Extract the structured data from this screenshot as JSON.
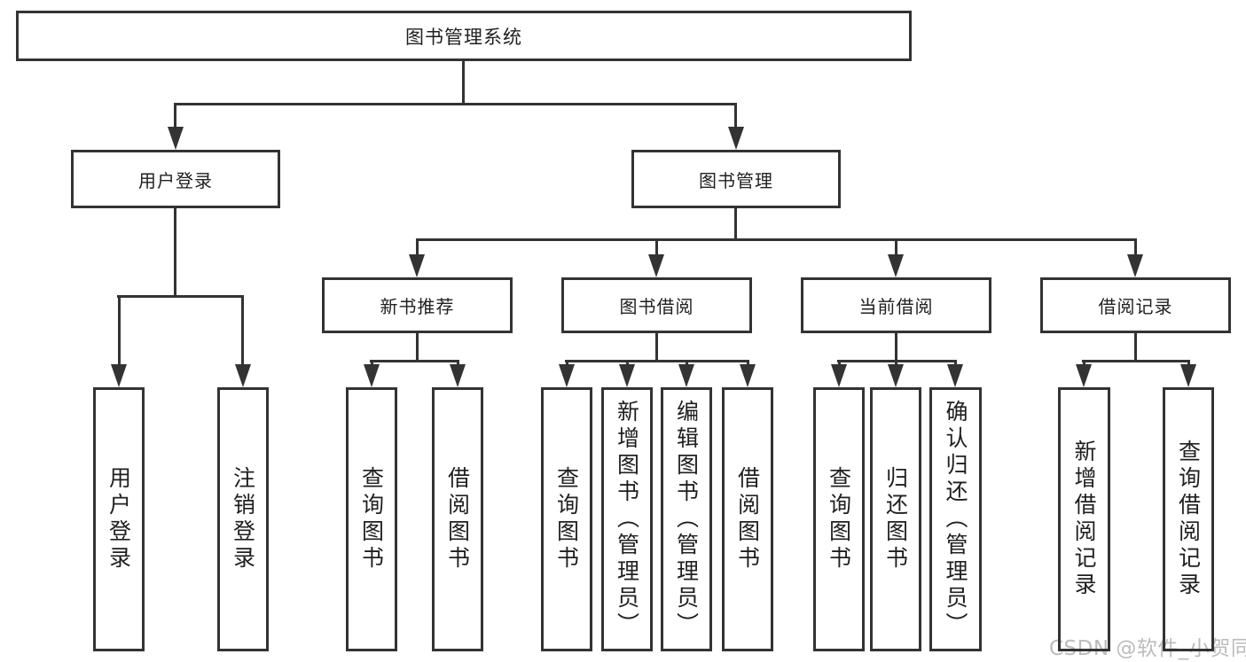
{
  "nodes": {
    "root": {
      "label": "图书管理系统"
    },
    "user_login": {
      "label": "用户登录"
    },
    "book_management": {
      "label": "图书管理"
    },
    "new_book_recommend": {
      "label": "新书推荐"
    },
    "book_borrow": {
      "label": "图书借阅"
    },
    "current_borrow": {
      "label": "当前借阅"
    },
    "borrow_record": {
      "label": "借阅记录"
    },
    "leaf_user_login": {
      "label": "用户登录"
    },
    "leaf_logout": {
      "label": "注销登录"
    },
    "leaf_nb_query_book": {
      "label": "查询图书"
    },
    "leaf_nb_borrow_book": {
      "label": "借阅图书"
    },
    "leaf_bb_query_book": {
      "label": "查询图书"
    },
    "leaf_bb_add_book": {
      "label": "新增图书（管理员）"
    },
    "leaf_bb_edit_book": {
      "label": "编辑图书（管理员）"
    },
    "leaf_bb_borrow_book": {
      "label": "借阅图书"
    },
    "leaf_cb_query_book": {
      "label": "查询图书"
    },
    "leaf_cb_return_book": {
      "label": "归还图书"
    },
    "leaf_cb_confirm_return": {
      "label": "确认归还（管理员）"
    },
    "leaf_br_add_record": {
      "label": "新增借阅记录"
    },
    "leaf_br_query_record": {
      "label": "查询借阅记录"
    }
  },
  "watermark": {
    "text": "CSDN @软件_小贺同学",
    "color": "#bcbcbc"
  },
  "colors": {
    "line": "#333333",
    "box_border": "#333333",
    "box_fill": "#ffffff",
    "text": "#1f1f1f",
    "background": "#ffffff"
  }
}
